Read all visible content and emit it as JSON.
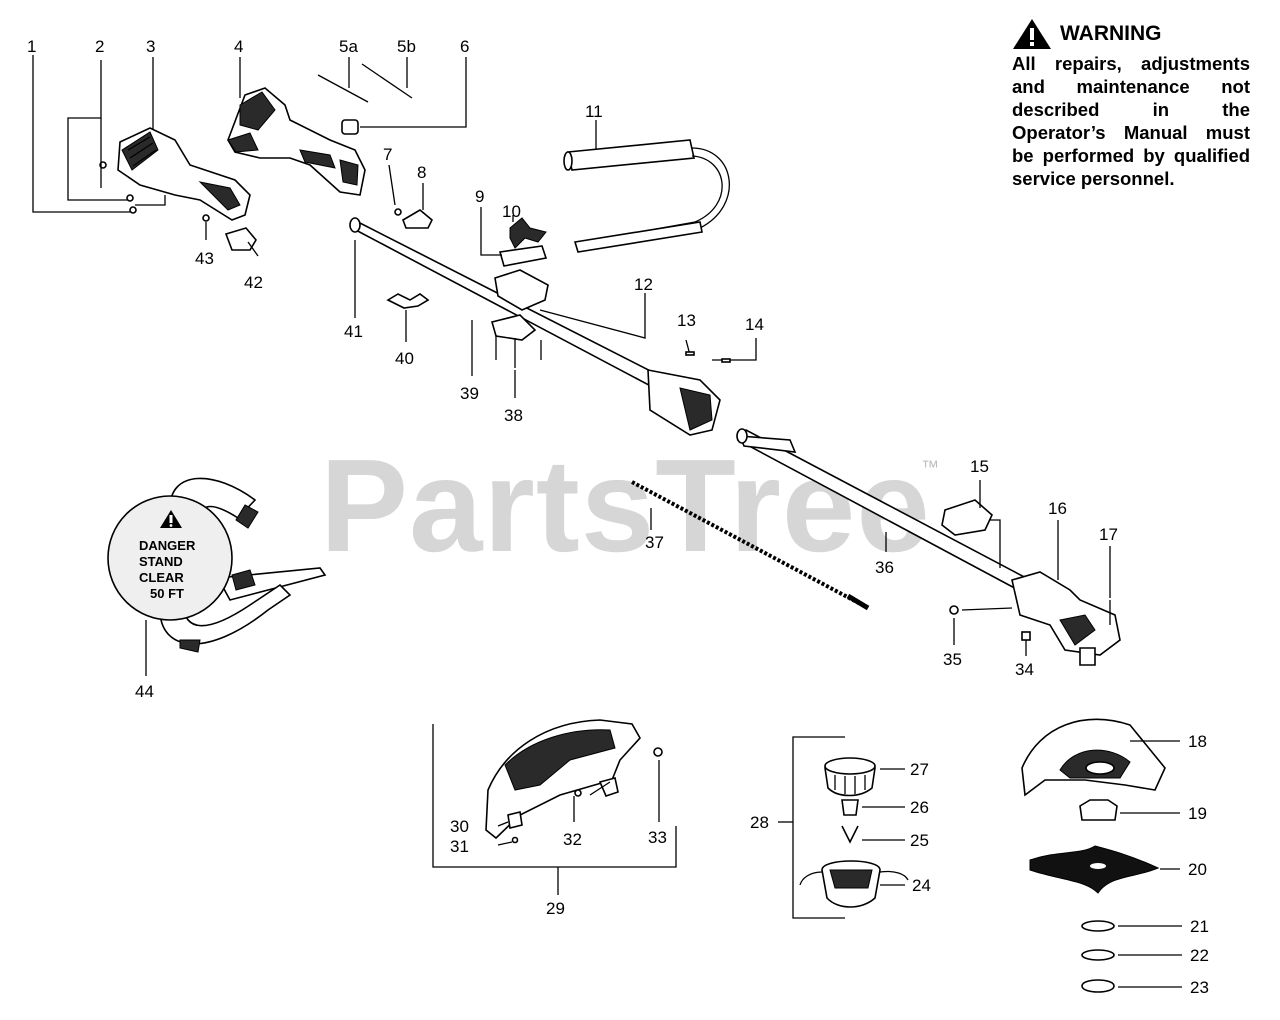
{
  "watermark": "PartsTree",
  "watermark_tm": "™",
  "warning": {
    "title": "WARNING",
    "text": "All repairs, adjustments and maintenance not described in the Operator’s Manual must be performed by qualified service personnel."
  },
  "danger_sign": {
    "line1": "DANGER",
    "line2": "STAND",
    "line3": "CLEAR",
    "line4": "50 FT"
  },
  "labels": {
    "p1": "1",
    "p2": "2",
    "p3": "3",
    "p4": "4",
    "p5a": "5a",
    "p5b": "5b",
    "p6": "6",
    "p7": "7",
    "p8": "8",
    "p9": "9",
    "p10": "10",
    "p11": "11",
    "p12": "12",
    "p13": "13",
    "p14": "14",
    "p15": "15",
    "p16": "16",
    "p17": "17",
    "p18": "18",
    "p19": "19",
    "p20": "20",
    "p21": "21",
    "p22": "22",
    "p23": "23",
    "p24": "24",
    "p25": "25",
    "p26": "26",
    "p27": "27",
    "p28": "28",
    "p29": "29",
    "p30": "30",
    "p31": "31",
    "p32": "32",
    "p33": "33",
    "p34": "34",
    "p35": "35",
    "p36": "36",
    "p37": "37",
    "p38": "38",
    "p39": "39",
    "p40": "40",
    "p41": "41",
    "p42": "42",
    "p43": "43",
    "p44": "44"
  }
}
